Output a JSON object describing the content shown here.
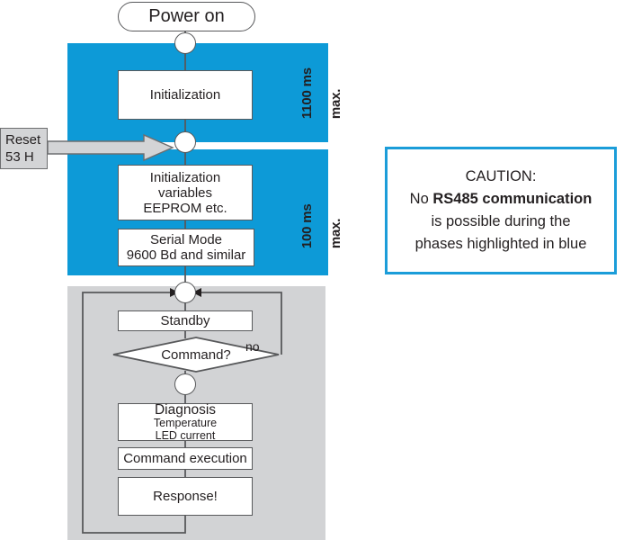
{
  "diagram": {
    "title": "Power-on and runtime sequence flowchart",
    "colors": {
      "phase_blue": "#0d9ad7",
      "phase_gray": "#d2d3d5",
      "callout_border": "#1b9dd9",
      "node_border": "#58595b",
      "reset_fill": "#d3d4d6"
    },
    "phases": [
      {
        "id": "boot",
        "fill": "#0d9ad7",
        "duration_label_line1": "1100 ms",
        "duration_label_line2": "max."
      },
      {
        "id": "init",
        "fill": "#0d9ad7",
        "duration_label_line1": "100 ms",
        "duration_label_line2": "max."
      },
      {
        "id": "runtime",
        "fill": "#d2d3d5",
        "duration_label_line1": "",
        "duration_label_line2": ""
      }
    ],
    "nodes": {
      "power_on": {
        "label": "Power on",
        "shape": "terminator"
      },
      "initialization": {
        "label": "Initialization",
        "shape": "process"
      },
      "init_variables": {
        "line1": "Initialization",
        "line2": "variables",
        "line3": "EEPROM etc.",
        "shape": "process"
      },
      "serial_mode": {
        "line1": "Serial Mode",
        "line2": "9600 Bd and similar",
        "shape": "process"
      },
      "standby": {
        "label": "Standby",
        "shape": "process"
      },
      "decision": {
        "label": "Command?",
        "shape": "decision",
        "branch_no": "no"
      },
      "diagnosis": {
        "title": "Diagnosis",
        "line2": "Temperature",
        "line3": "LED current",
        "shape": "process"
      },
      "command_execution": {
        "label": "Command execution",
        "shape": "process"
      },
      "response": {
        "label": "Response!",
        "shape": "process"
      },
      "reset": {
        "line1": "Reset",
        "line2": "53 H",
        "shape": "external-input"
      }
    },
    "callout": {
      "line1": "CAUTION:",
      "line2_prefix": "No ",
      "line2_bold": "RS485 communication",
      "line3": "is possible during the",
      "line4": "phases highlighted in blue"
    }
  }
}
